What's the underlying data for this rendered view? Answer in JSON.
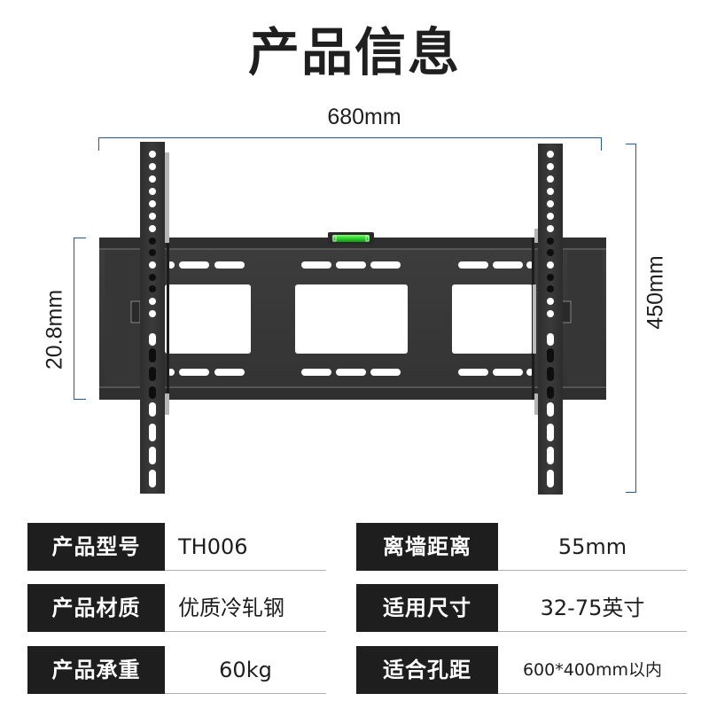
{
  "header": {
    "title": "产品信息"
  },
  "dimensions": {
    "width": "680mm",
    "height": "450mm",
    "depth": "20.8mm",
    "line_color": "#1f5a9c"
  },
  "illustration": {
    "subject": "tilting TV wall mount bracket",
    "bubble_level_color": "#2fd12f",
    "metal_color": "#3a3a3a"
  },
  "specs": {
    "left": [
      {
        "label": "产品型号",
        "value": "TH006"
      },
      {
        "label": "产品材质",
        "value": "优质冷轧钢"
      },
      {
        "label": "产品承重",
        "value": "60kg"
      }
    ],
    "right": [
      {
        "label": "离墙距离",
        "value": "55mm"
      },
      {
        "label": "适用尺寸",
        "value": "32-75英寸"
      },
      {
        "label": "适合孔距",
        "value": "600*400mm以内"
      }
    ],
    "label_bg": "#1e1e1e",
    "label_color": "#ffffff"
  }
}
